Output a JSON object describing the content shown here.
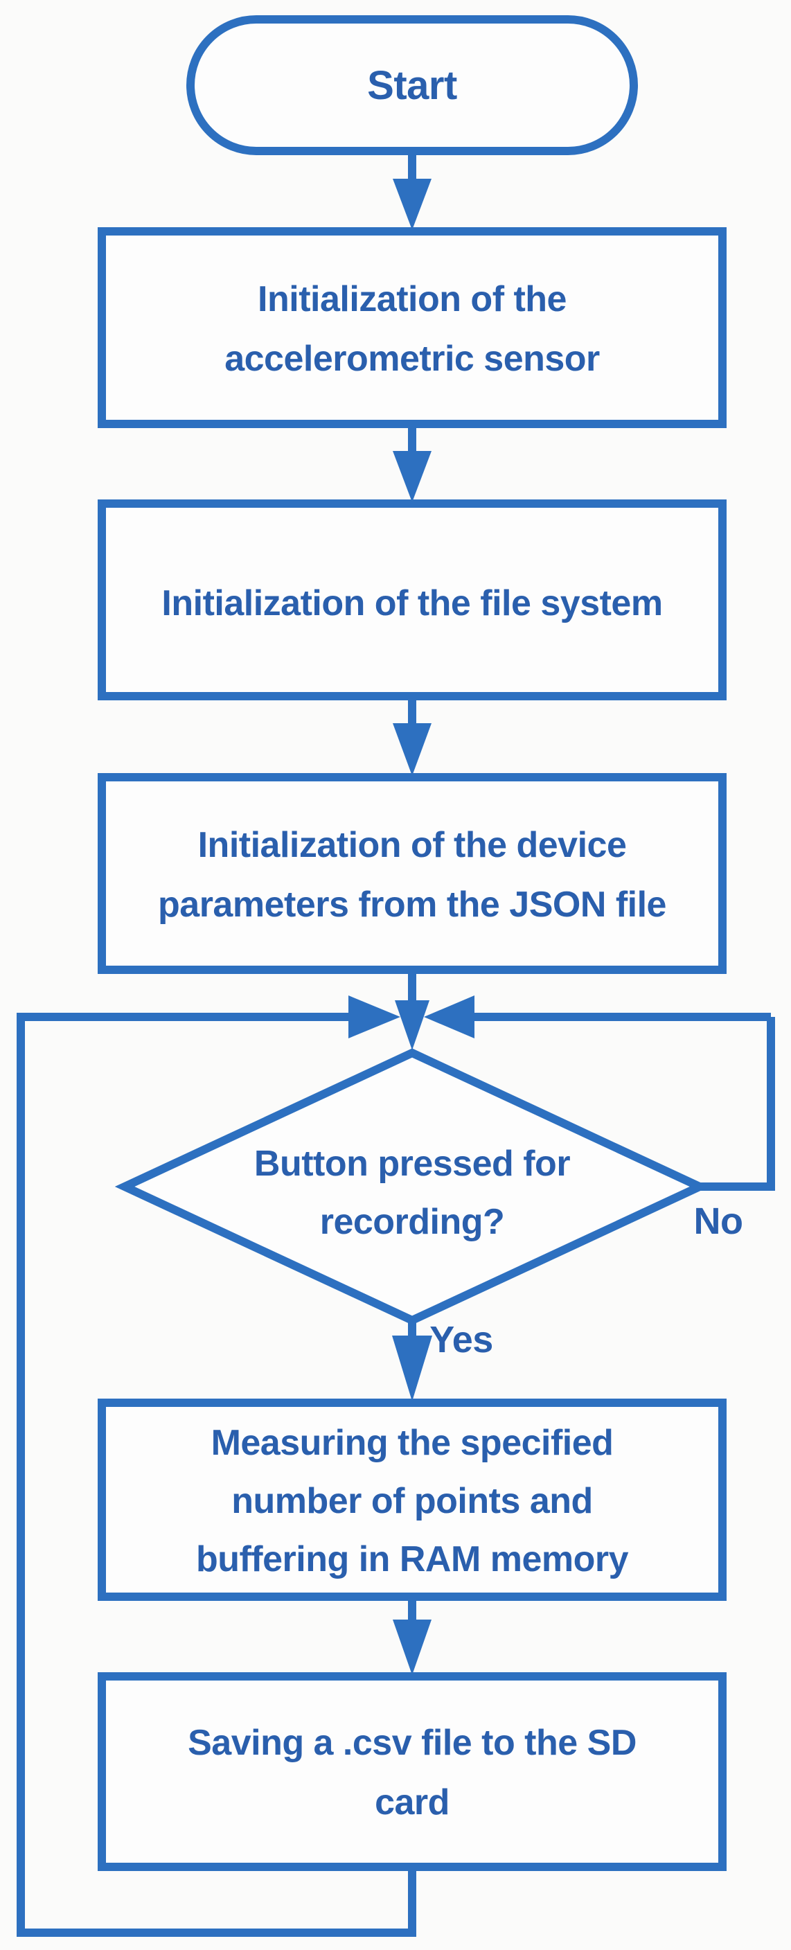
{
  "colors": {
    "line": "#2d70c0",
    "text": "#2a5fad",
    "shape_fill": "#fdfdfd",
    "background": "#fbfbfa"
  },
  "flowchart": {
    "start": {
      "label": "Start"
    },
    "steps": [
      {
        "id": "init-sensor",
        "lines": [
          "Initialization of the",
          "accelerometric sensor"
        ]
      },
      {
        "id": "init-filesystem",
        "lines": [
          "Initialization of the file system"
        ]
      },
      {
        "id": "init-params",
        "lines": [
          "Initialization of the device",
          "parameters from the JSON file"
        ]
      },
      {
        "id": "measure",
        "lines": [
          "Measuring the specified",
          "number of points and",
          "buffering in RAM memory"
        ]
      },
      {
        "id": "save",
        "lines": [
          "Saving a .csv file to the SD",
          "card"
        ]
      }
    ],
    "decision": {
      "id": "button-pressed",
      "lines": [
        "Button pressed for",
        "recording?"
      ],
      "yes_label": "Yes",
      "no_label": "No"
    }
  }
}
